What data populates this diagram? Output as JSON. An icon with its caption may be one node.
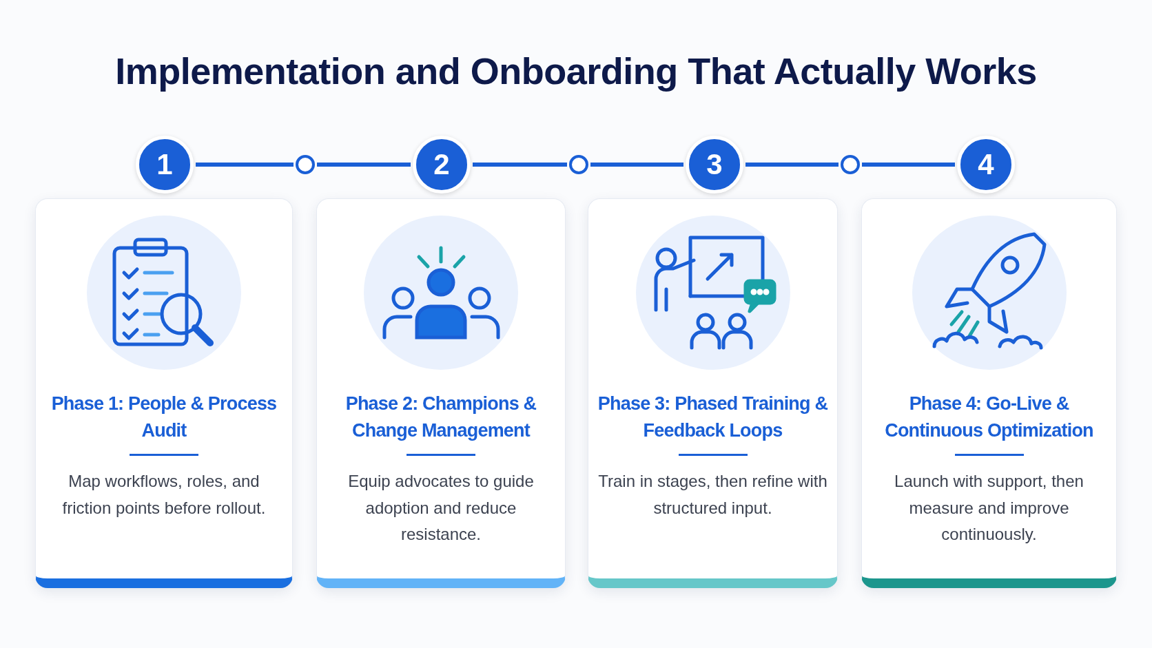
{
  "diagram": {
    "title": "Implementation and Onboarding That Actually Works",
    "nodes": [
      {
        "text": [
          "1"
        ]
      },
      {
        "text": [],
        "shape": "circle"
      },
      {
        "text": [
          "2"
        ]
      },
      {
        "text": [],
        "shape": "circle"
      },
      {
        "text": [
          "3"
        ]
      },
      {
        "text": [],
        "shape": "circle"
      },
      {
        "text": [
          "4"
        ]
      },
      {
        "text": [
          "Phase 1: People & Process Audit",
          "Map workflows, roles, and friction points before rollout."
        ]
      },
      {
        "text": [
          "Phase 2: Champions & Change Management",
          "Equip advocates to guide adoption and reduce resistance."
        ]
      },
      {
        "text": [
          "Phase 3: Phased Training & Feedback Loops",
          "Train in stages, then refine with structured input."
        ]
      },
      {
        "text": [
          "Phase 4: Go-Live & Continuous Optimization",
          "Launch with support, then measure and improve continuously."
        ]
      }
    ],
    "edges": [
      {
        "from": 0,
        "to": 1,
        "arrow": "none"
      },
      {
        "from": 1,
        "to": 2,
        "arrow": "none"
      },
      {
        "from": 2,
        "to": 3,
        "arrow": "none"
      },
      {
        "from": 3,
        "to": 4,
        "arrow": "none"
      },
      {
        "from": 4,
        "to": 5,
        "arrow": "none"
      },
      {
        "from": 5,
        "to": 6,
        "arrow": "none"
      }
    ]
  }
}
